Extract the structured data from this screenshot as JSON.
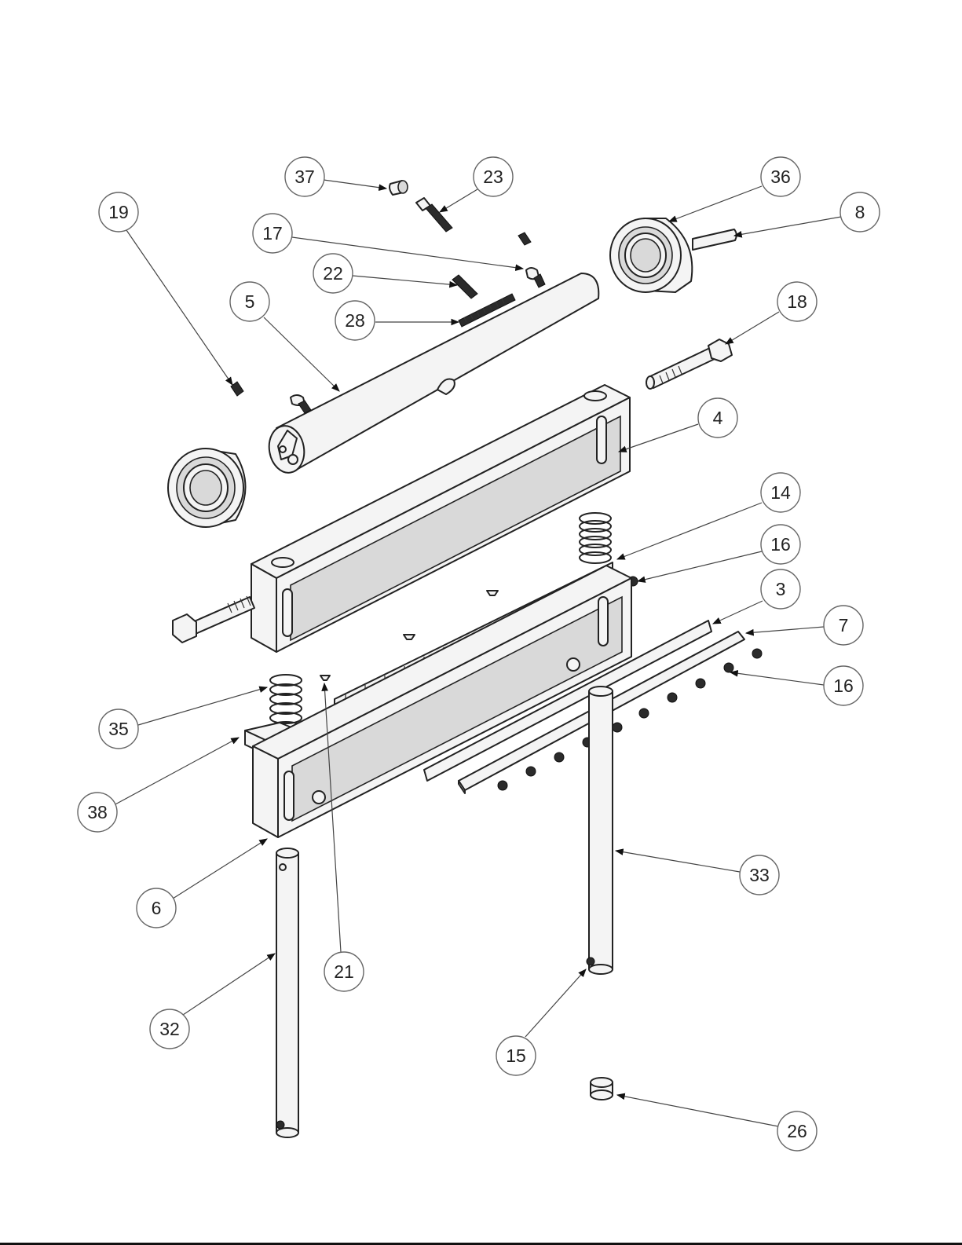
{
  "balloons": [
    {
      "id": "b37",
      "label": "37"
    },
    {
      "id": "b23",
      "label": "23"
    },
    {
      "id": "b36",
      "label": "36"
    },
    {
      "id": "b8",
      "label": "8"
    },
    {
      "id": "b19",
      "label": "19"
    },
    {
      "id": "b17",
      "label": "17"
    },
    {
      "id": "b22",
      "label": "22"
    },
    {
      "id": "b5",
      "label": "5"
    },
    {
      "id": "b28",
      "label": "28"
    },
    {
      "id": "b18",
      "label": "18"
    },
    {
      "id": "b4",
      "label": "4"
    },
    {
      "id": "b14",
      "label": "14"
    },
    {
      "id": "b16a",
      "label": "16"
    },
    {
      "id": "b3",
      "label": "3"
    },
    {
      "id": "b7",
      "label": "7"
    },
    {
      "id": "b16b",
      "label": "16"
    },
    {
      "id": "b35",
      "label": "35"
    },
    {
      "id": "b38",
      "label": "38"
    },
    {
      "id": "b6",
      "label": "6"
    },
    {
      "id": "b33",
      "label": "33"
    },
    {
      "id": "b21",
      "label": "21"
    },
    {
      "id": "b32",
      "label": "32"
    },
    {
      "id": "b15",
      "label": "15"
    },
    {
      "id": "b26",
      "label": "26"
    }
  ]
}
